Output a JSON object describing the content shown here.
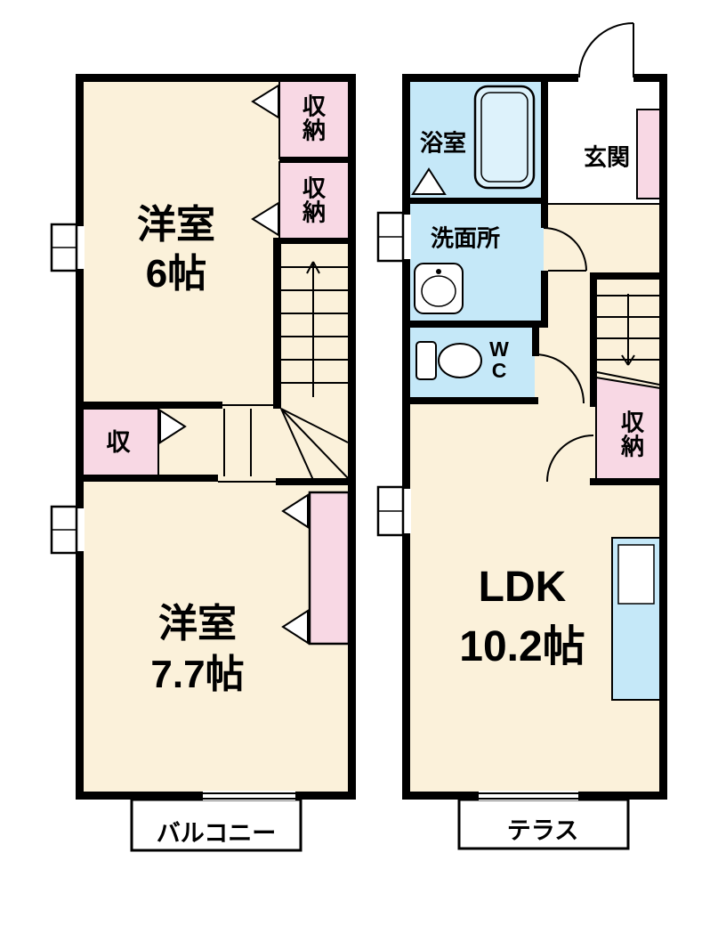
{
  "plan": {
    "floor2": {
      "room1": {
        "name": "洋室",
        "size": "6帖"
      },
      "closet_upper": "収納",
      "closet_middle": "収納",
      "closet_small": "収",
      "room2": {
        "name": "洋室",
        "size": "7.7帖"
      },
      "balcony": "バルコニー"
    },
    "floor1": {
      "bathroom": "浴室",
      "entrance": "玄関",
      "washroom": "洗面所",
      "toilet": "WC",
      "closet": "収納",
      "ldk": {
        "name": "LDK",
        "size": "10.2帖"
      },
      "terrace": "テラス"
    },
    "colors": {
      "floor": "#FBF1DA",
      "storage": "#F8D8E4",
      "wet_area": "#C5E8F8",
      "outdoor": "#FFFFFF",
      "wall": "#000000"
    }
  }
}
